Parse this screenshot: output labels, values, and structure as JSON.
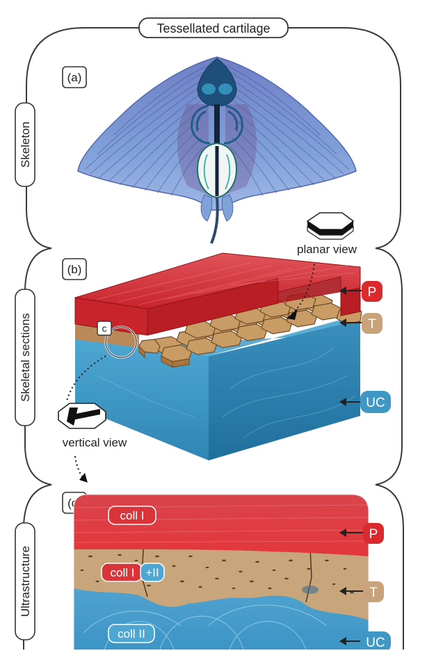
{
  "title": "Tessellated cartilage",
  "sections": [
    {
      "id": "skeleton",
      "label": "Skeleton",
      "panel": "(a)"
    },
    {
      "id": "skeletal_sections",
      "label": "Skeletal sections",
      "panel": "(b)"
    },
    {
      "id": "ultrastructure",
      "label": "Ultrastructure",
      "panel": "(c)"
    }
  ],
  "view_labels": {
    "planar": "planar view",
    "vertical": "vertical view",
    "circle": "c"
  },
  "layer_tags": {
    "P": "P",
    "T": "T",
    "UC": "UC"
  },
  "collagen_labels": {
    "coll_I": "coll I",
    "coll_I_II_red": "coll I",
    "coll_I_II_blue": "+II",
    "coll_II": "coll II"
  },
  "colors": {
    "perichondrium": "#d92b2e",
    "tesserae": "#c79a63",
    "uncalcified": "#3f98c4",
    "outline": "#333333"
  }
}
